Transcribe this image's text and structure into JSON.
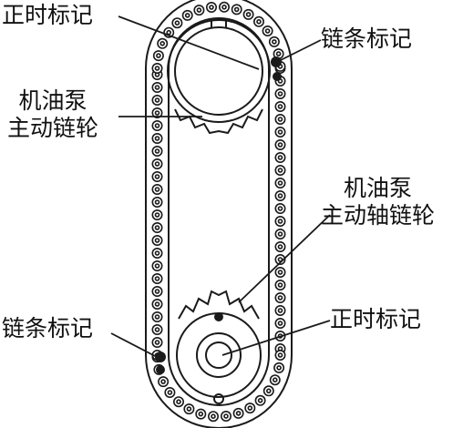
{
  "labels": {
    "timing_mark_top": "正时标记",
    "chain_mark_top": "链条标记",
    "pump_drive_sprocket_line1": "机油泵",
    "pump_drive_sprocket_line2": "主动链轮",
    "pump_shaft_sprocket_line1": "机油泵",
    "pump_shaft_sprocket_line2": "主动轴链轮",
    "chain_mark_bottom": "链条标记",
    "timing_mark_bottom": "正时标记"
  },
  "colors": {
    "line": "#1a1a1a",
    "background": "#ffffff"
  }
}
